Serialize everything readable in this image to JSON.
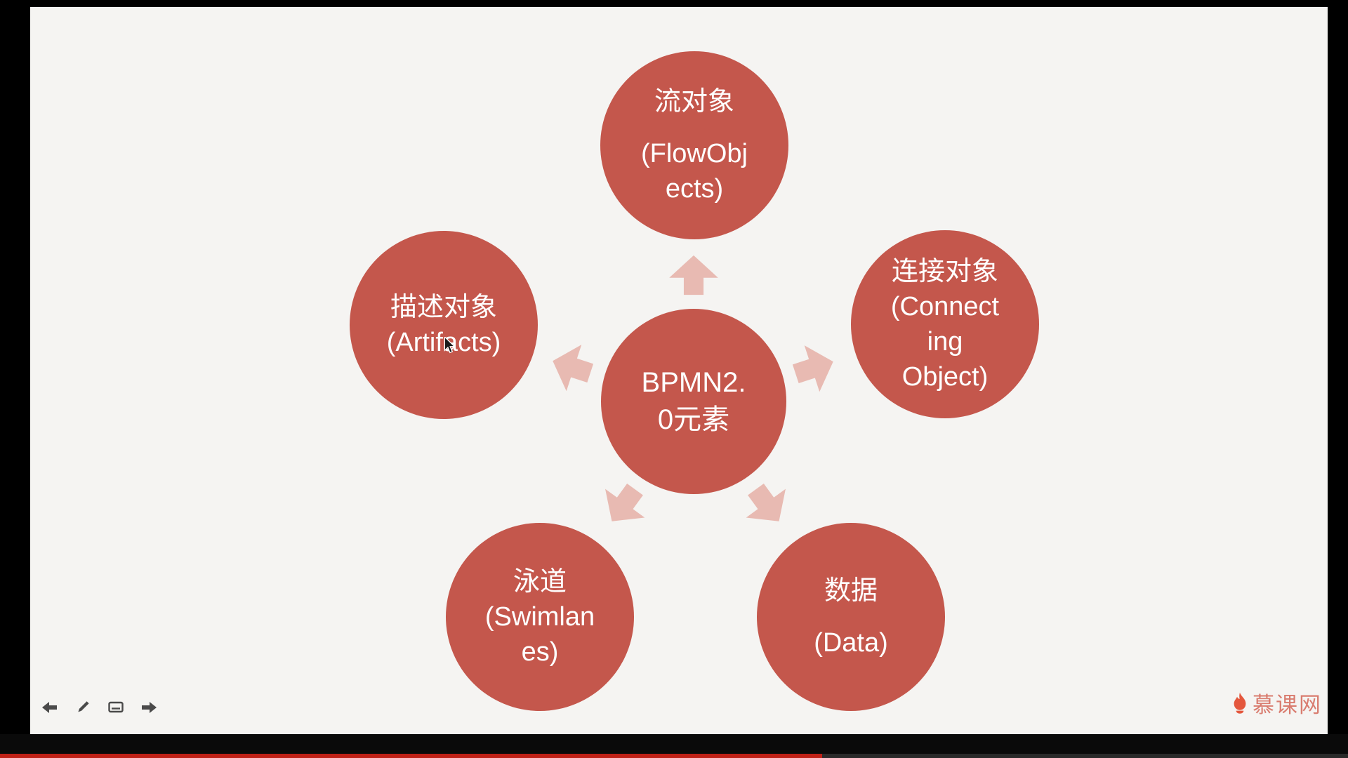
{
  "diagram": {
    "center_label": "BPMN2.\n0元素",
    "nodes": {
      "flow": {
        "zh": "流对象",
        "en": "(FlowObj\nects)"
      },
      "connecting": {
        "zh": "连接对象",
        "en": "(Connect\ning\nObject)"
      },
      "artifacts": {
        "zh": "描述对象",
        "en": "(Artifacts)"
      },
      "swimlanes": {
        "zh": "泳道",
        "en": "(Swimlan\nes)"
      },
      "data": {
        "zh": "数据",
        "en": "(Data)"
      }
    }
  },
  "toolbar": {
    "icons": [
      "previous-arrow",
      "pencil",
      "board-eraser",
      "next-arrow"
    ]
  },
  "watermark": {
    "brand": "慕课网"
  },
  "player": {
    "progress_percent": 61
  },
  "colors": {
    "circle": "#C4574C",
    "arrow": "#E8BAB2",
    "slide_bg": "#F5F4F2",
    "frame_bg": "#000000",
    "watermark": "#D97C6F",
    "progress": "#BF2117",
    "node_text": "#FFFFFF"
  }
}
